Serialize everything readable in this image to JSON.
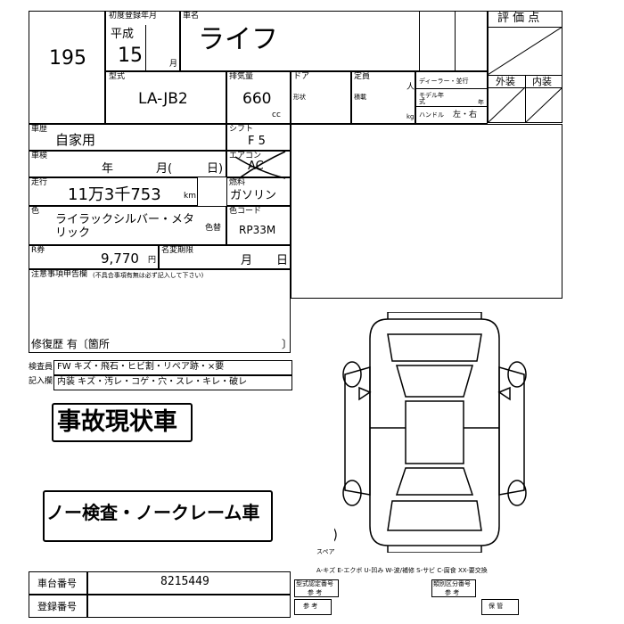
{
  "lot": {
    "number": "195"
  },
  "first_reg": {
    "label": "初度登録年月",
    "era": "平成",
    "year": "15",
    "month_unit": "月"
  },
  "car_name": {
    "label": "車名",
    "value": "ライフ"
  },
  "evaluation": {
    "label": "評 価 点",
    "exterior": "外装",
    "interior": "内装"
  },
  "model": {
    "label": "型式",
    "value": "LA-JB2"
  },
  "displacement": {
    "label": "排気量",
    "value": "660",
    "unit": "cc"
  },
  "door": {
    "label": "ドア"
  },
  "capacity": {
    "label": "定員",
    "unit": "人"
  },
  "dealer": {
    "label": "ディーラー・並行"
  },
  "model_year": {
    "label": "モデル年式",
    "unit": "年"
  },
  "shape": {
    "label": "形状"
  },
  "load": {
    "label": "積載",
    "unit": "kg"
  },
  "handle": {
    "label": "ハンドル",
    "value": "左・右"
  },
  "usage": {
    "label": "車歴",
    "value": "自家用"
  },
  "shift": {
    "label": "シフト",
    "value": "F 5"
  },
  "inspection": {
    "label": "車検",
    "year": "年",
    "month": "月(",
    "day": "日)"
  },
  "ac": {
    "label": "エアコン",
    "value": "AC"
  },
  "mileage": {
    "label": "走行",
    "value": "11万3千753",
    "unit": "km"
  },
  "fuel": {
    "label": "燃料",
    "value": "ガソリン"
  },
  "color": {
    "label": "色",
    "value_line1": "ライラックシルバー・メタ",
    "value_line2": "リック",
    "change": "色替"
  },
  "color_code": {
    "label": "色コード",
    "value": "RP33M"
  },
  "recycle": {
    "label": "R券",
    "value": "9,770",
    "unit": "円"
  },
  "name_change": {
    "label": "名変期限",
    "month": "月",
    "day": "日"
  },
  "notes": {
    "label": "注意事項申告欄",
    "sub": "(不具合事項有無は必ず記入して下さい)",
    "repair_history": "修復歴 有〔箇所",
    "bracket_close": "〕"
  },
  "inspector": {
    "label1": "検査員",
    "label2": "記入欄",
    "fw_row": "FW キズ・飛石・ヒビ割・リペア跡・×要",
    "interior_row": "内装 キズ・汚レ・コゲ・穴・スレ・キレ・破レ"
  },
  "stamps": {
    "accident": "事故現状車",
    "no_claim": "ノー検査・ノークレーム車"
  },
  "spare": {
    "label": "スペア"
  },
  "legend": {
    "text": "A-キズ E-エクボ U-凹み W-波/補修 S-サビ C-腐食 XX-要交換"
  },
  "chassis": {
    "label": "車台番号",
    "value": "8215449"
  },
  "reg_no": {
    "label": "登録番号"
  },
  "bottom_boxes": {
    "b1": "型式認定番号",
    "b1b": "参 考",
    "b2": "類別区分番号",
    "b2b": "参 考",
    "b3": "参 考",
    "b4": "保 管"
  }
}
